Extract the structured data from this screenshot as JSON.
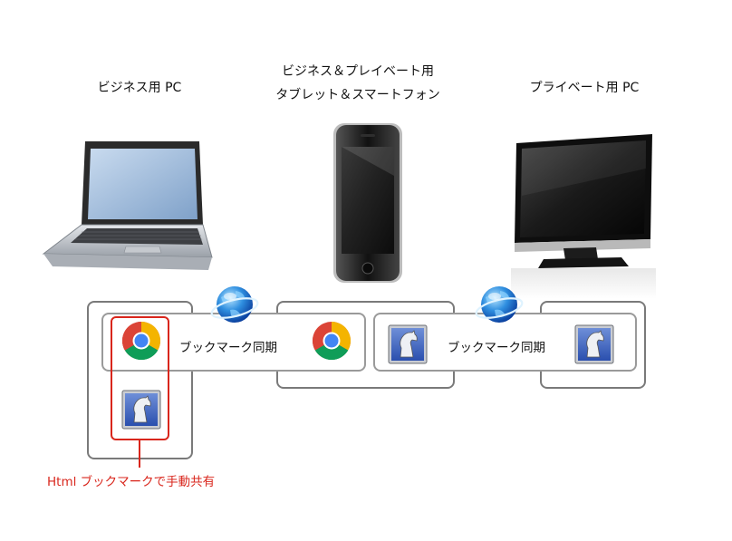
{
  "devices": {
    "business_pc": {
      "label": "ビジネス用 PC"
    },
    "shared_mobile": {
      "label_line1": "ビジネス＆プレイベート用",
      "label_line2": "タブレット＆スマートフォン"
    },
    "private_pc": {
      "label": "プライベート用 PC"
    }
  },
  "sync": {
    "left_label": "ブックマーク同期",
    "right_label": "ブックマーク同期"
  },
  "callout": {
    "label": "Html ブックマークで手動共有"
  },
  "icons": {
    "browser_chrome": "chrome-icon",
    "browser_sleipnir": "sleipnir-icon",
    "sync_globe": "globe-icon"
  },
  "colors": {
    "callout_red": "#d9261c",
    "box_border": "#7a7a7a"
  }
}
